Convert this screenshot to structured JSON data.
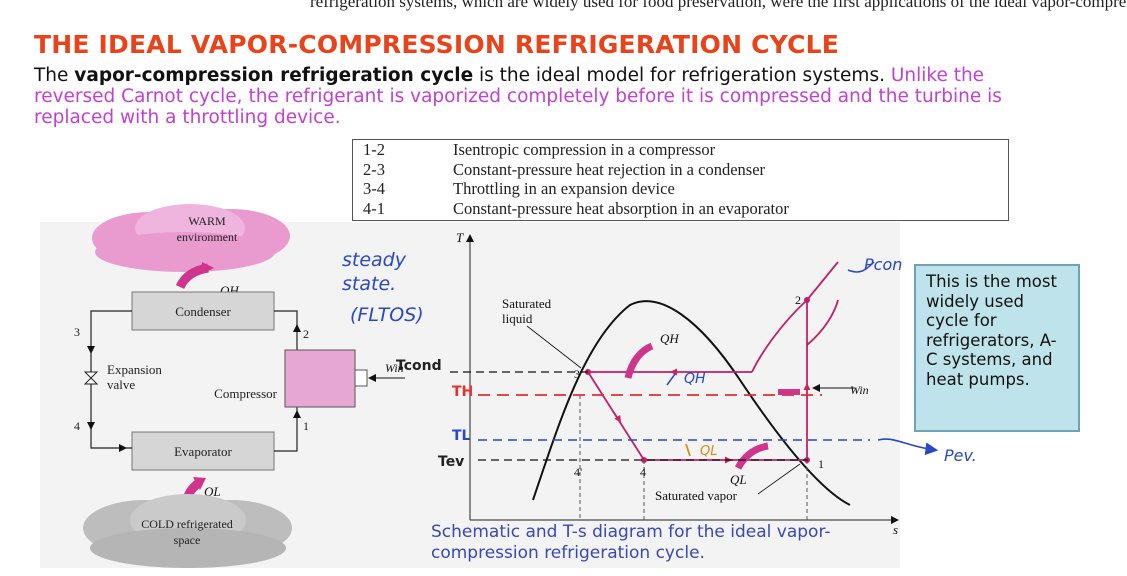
{
  "top_caption": "refrigeration systems, which are widely used for food preservation, were the first applications of the ideal vapor-compression cycle...",
  "title": "THE IDEAL VAPOR-COMPRESSION REFRIGERATION CYCLE",
  "intro": {
    "lead": "The ",
    "bold": "vapor-compression refrigeration cycle",
    "rest": " is the ideal model for refrigeration systems. ",
    "pink": "Unlike the reversed Carnot cycle, the refrigerant is vaporized completely before it is compressed and the turbine is replaced with a throttling device."
  },
  "processes": [
    {
      "id": "1-2",
      "desc": "Isentropic compression in a compressor"
    },
    {
      "id": "2-3",
      "desc": "Constant-pressure heat rejection in a condenser"
    },
    {
      "id": "3-4",
      "desc": "Throttling in an expansion device"
    },
    {
      "id": "4-1",
      "desc": "Constant-pressure heat absorption in an evaporator"
    }
  ],
  "schematic": {
    "warm": [
      "WARM",
      "environment"
    ],
    "qh": "QH",
    "condenser": "Condenser",
    "expansion": [
      "Expansion",
      "valve"
    ],
    "compressor": "Compressor",
    "evaporator": "Evaporator",
    "ql": "QL",
    "cold": [
      "COLD refrigerated",
      "space"
    ],
    "win": "Win",
    "n1": "1",
    "n2": "2",
    "n3": "3",
    "n4": "4"
  },
  "ts": {
    "t_axis": "T",
    "s_axis": "s",
    "sat_liquid": [
      "Saturated",
      "liquid"
    ],
    "sat_vapor": "Saturated vapor",
    "qh": "QH",
    "ql": "QL",
    "win": "Win",
    "p1": "1",
    "p2": "2",
    "p3": "3",
    "p4": "4",
    "p4p": "4'"
  },
  "handwriting": {
    "steady": [
      "steady",
      "state."
    ],
    "fltos": "(FLTOS)",
    "tcond": "Tcond",
    "th": "TH",
    "tl": "TL",
    "tev": "Tev",
    "qh": "QH",
    "ql": "QL",
    "pcon": "Pcon",
    "pev": "Pev."
  },
  "note": "This is the most widely used cycle for refrigerators, A-C systems, and heat pumps.",
  "caption": "Schematic and T-s diagram for the ideal vapor-compression refrigeration cycle."
}
